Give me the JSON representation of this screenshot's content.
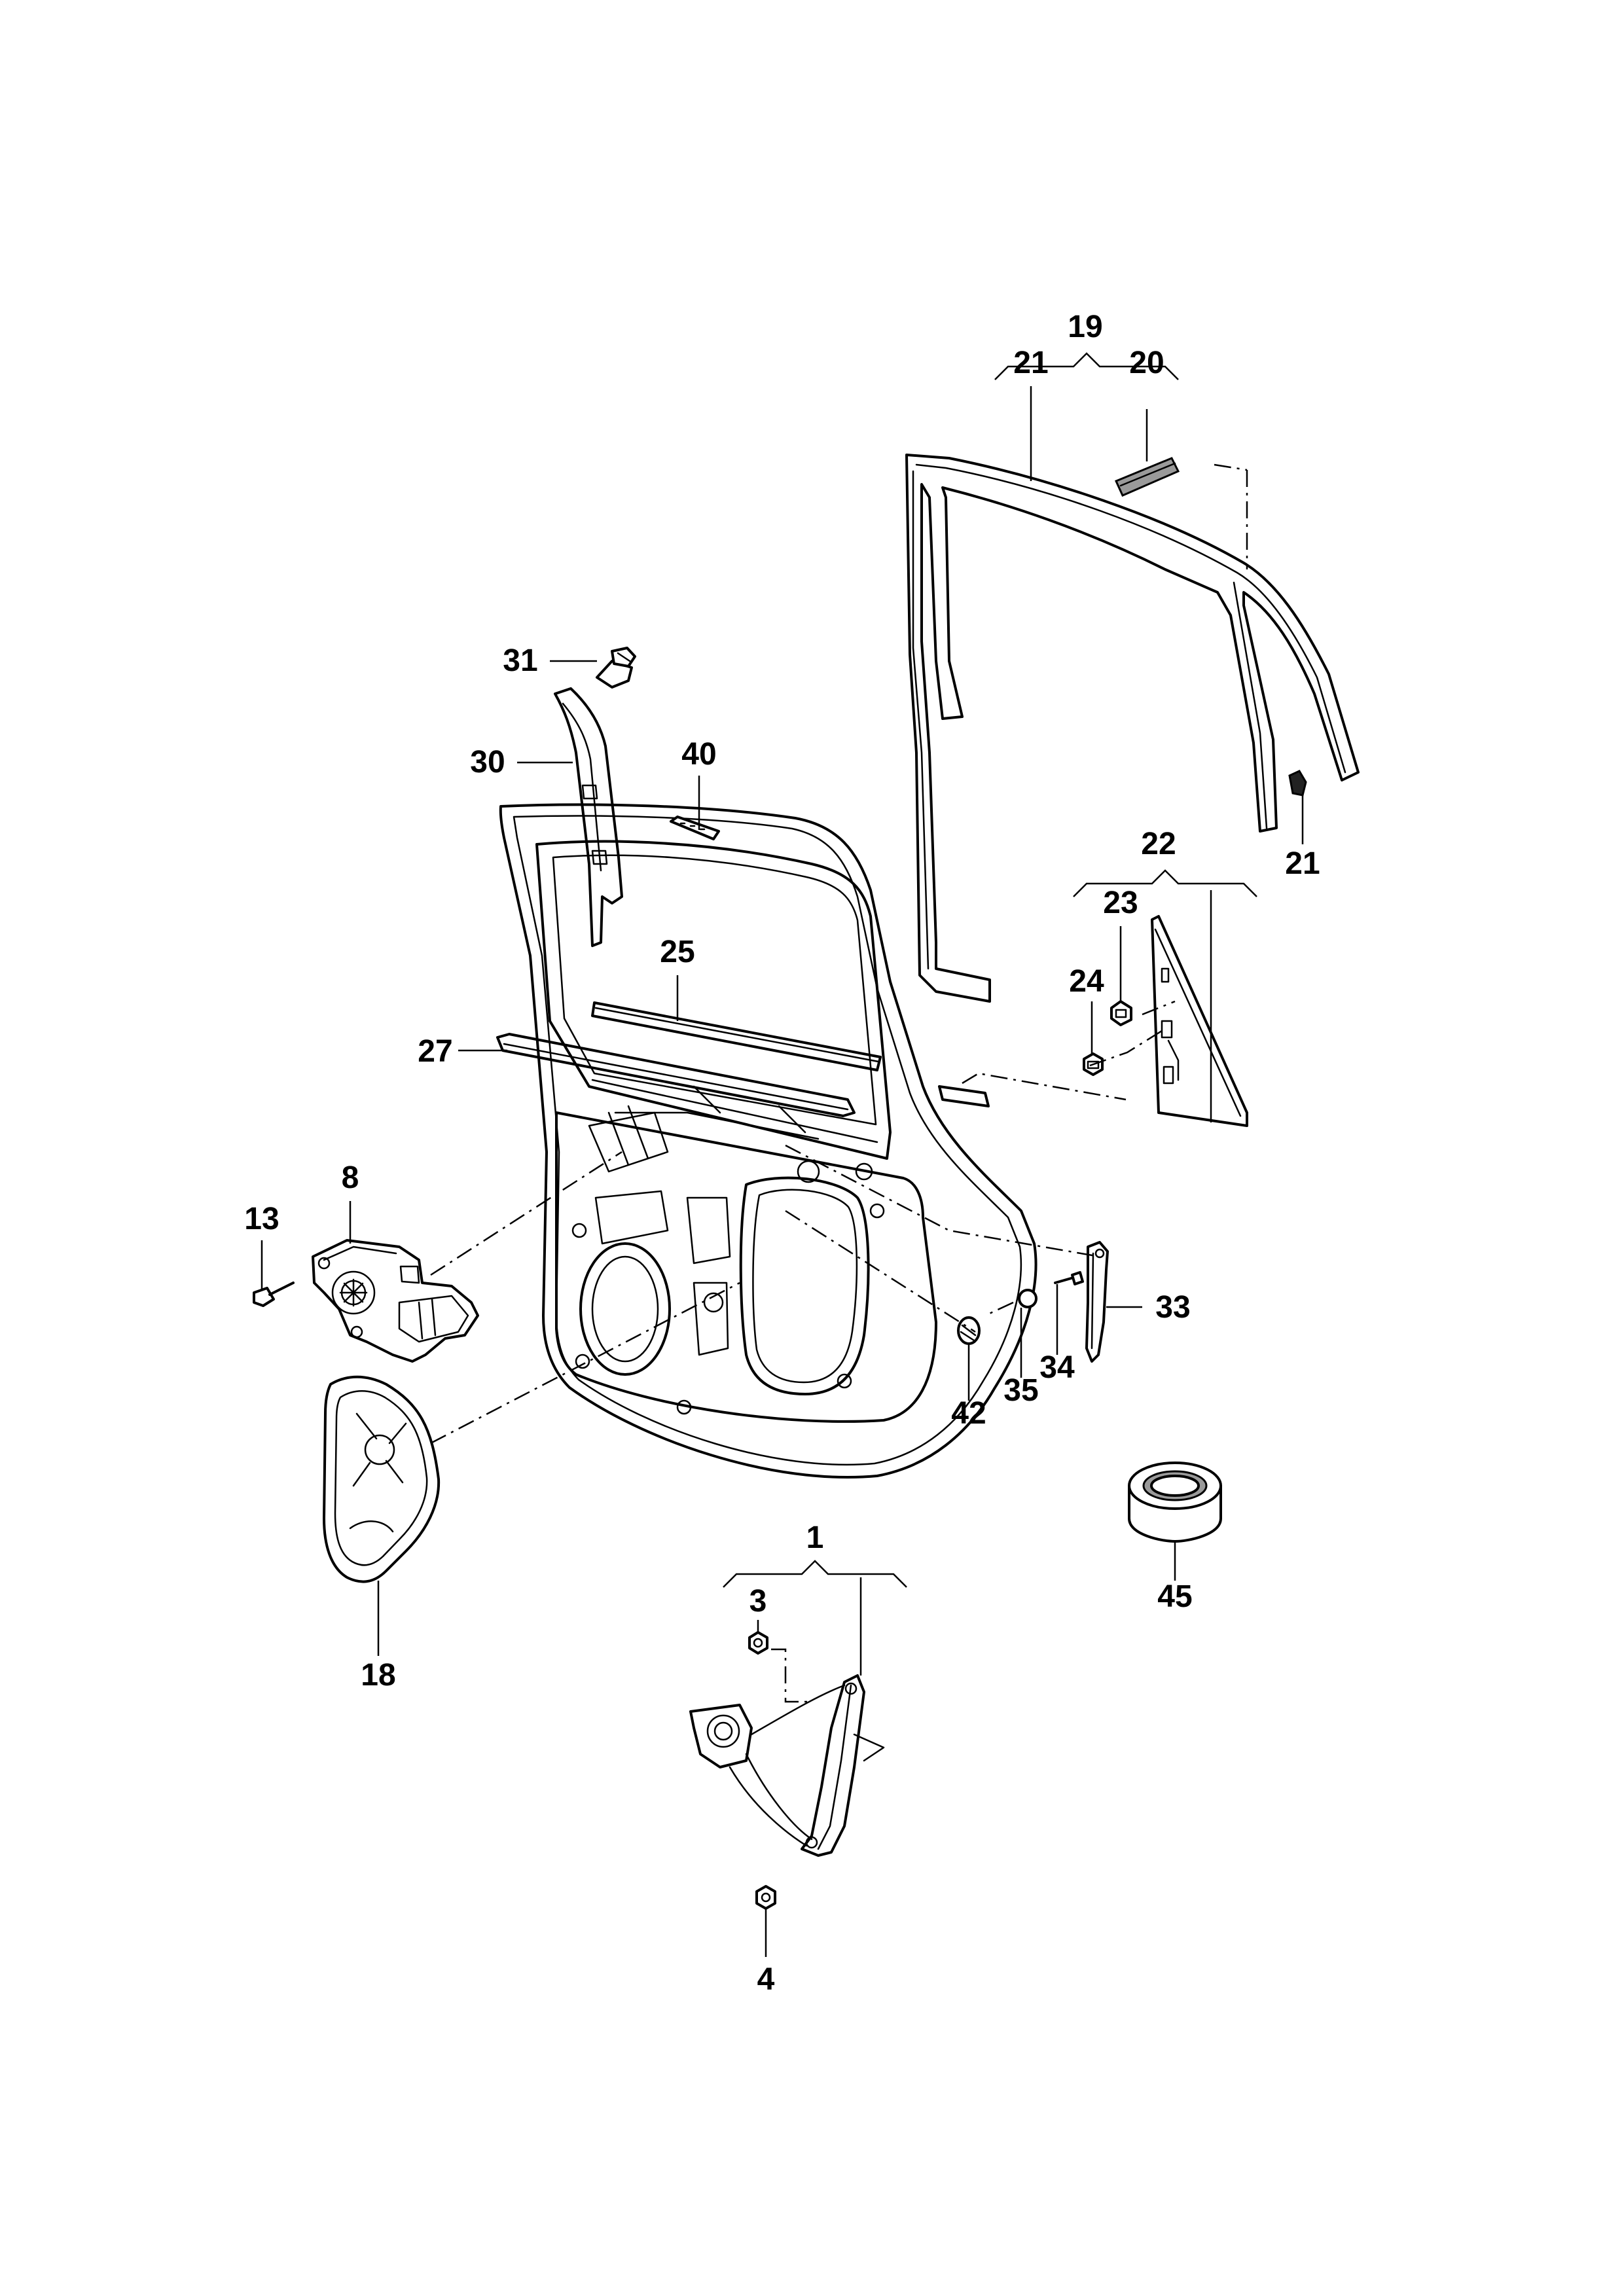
{
  "callouts": {
    "c1": "1",
    "c3": "3",
    "c4": "4",
    "c8": "8",
    "c13": "13",
    "c18": "18",
    "c19": "19",
    "c20": "20",
    "c21a": "21",
    "c21b": "21",
    "c22": "22",
    "c23": "23",
    "c24": "24",
    "c25": "25",
    "c27": "27",
    "c30": "30",
    "c31": "31",
    "c33": "33",
    "c34": "34",
    "c35": "35",
    "c40": "40",
    "c42": "42",
    "c45": "45"
  },
  "colors": {
    "line": "#000000",
    "background": "#ffffff",
    "shade": "#9a9a9a"
  }
}
